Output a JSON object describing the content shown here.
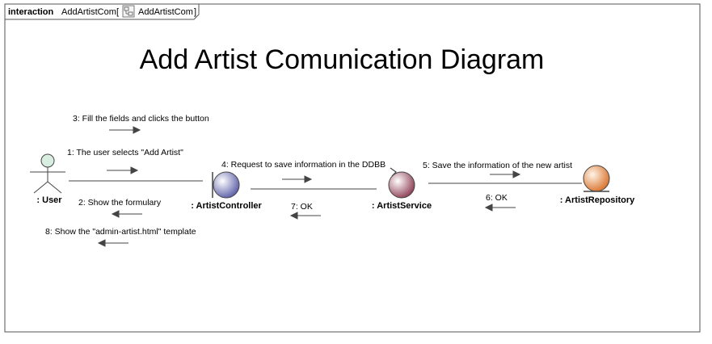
{
  "frame": {
    "keyword": "interaction",
    "name": "AddArtistCom",
    "bracket_open": "[",
    "ref_name": "AddArtistCom",
    "bracket_close": "]"
  },
  "title": "Add Artist Comunication Diagram",
  "objects": {
    "user": ": User",
    "controller": ": ArtistController",
    "service": ": ArtistService",
    "repository": ": ArtistRepository"
  },
  "messages": {
    "m1": "1: The user selects \"Add Artist\"",
    "m2": "2: Show the formulary",
    "m3": "3: Fill the fields and clicks the button",
    "m4": "4: Request to save information in the DDBB",
    "m5": "5: Save the information of the new artist",
    "m6": "6: OK",
    "m7": "7: OK",
    "m8": "8: Show the \"admin-artist.html\" template"
  },
  "colors": {
    "boundary": "#8a8fc8",
    "control": "#b06a7c",
    "entity": "#e8965a",
    "actor": "#d8eee0"
  }
}
